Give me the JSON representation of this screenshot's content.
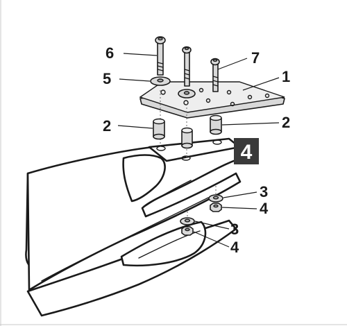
{
  "step": {
    "number": "4"
  },
  "callouts": {
    "c6": "6",
    "c7": "7",
    "c5": "5",
    "c1": "1",
    "c2_left": "2",
    "c2_right": "2",
    "c3_upper": "3",
    "c4_upper": "4",
    "c3_lower": "3",
    "c4_lower": "4"
  },
  "colors": {
    "line": "#1a1a1a",
    "metal": "#d9d9d9",
    "step_box": "#3a3a3a"
  }
}
